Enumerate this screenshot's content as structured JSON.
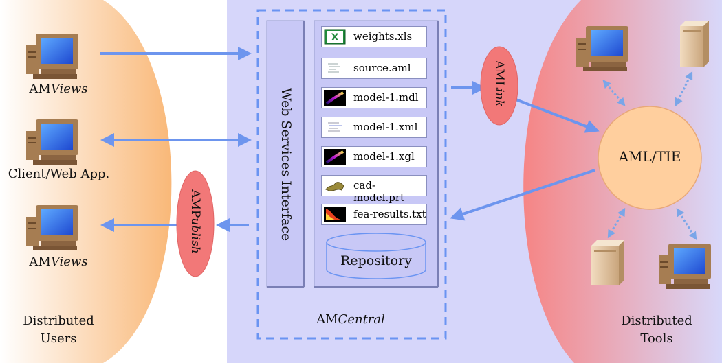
{
  "left_region": {
    "labels": [
      {
        "prefix": "AM",
        "italic": "Views"
      },
      {
        "prefix": "Client/Web App.",
        "italic": ""
      },
      {
        "prefix": "AM",
        "italic": "Views"
      }
    ],
    "footer_line1": "Distributed",
    "footer_line2": "Users"
  },
  "center": {
    "interface_label": "Web Services Interface",
    "files": [
      "weights.xls",
      "source.aml",
      "model-1.mdl",
      "model-1.xml",
      "model-1.xgl",
      "cad-model.prt",
      "fea-results.txt"
    ],
    "file_icons": [
      "excel-icon",
      "text-document-icon",
      "gradient-model-icon",
      "text-document-icon",
      "gradient-model-icon",
      "cad-model-icon",
      "fea-results-icon"
    ],
    "repository_label": "Repository",
    "footer_prefix": "AM",
    "footer_italic": "Central"
  },
  "aml_link": {
    "prefix": "AML",
    "italic": "ink"
  },
  "am_publish": {
    "prefix": "AMP",
    "italic": "ublish"
  },
  "right_region": {
    "hub_label": "AML/TIE",
    "footer_line1": "Distributed",
    "footer_line2": "Tools"
  },
  "colors": {
    "center_bg": "#d6d6fa",
    "panel": "#c8c8f6",
    "dash_border": "#6a94f2",
    "arrow": "#6d95ee",
    "oval": "#f27878",
    "hub": "#ffcf9e",
    "left_gradient": "#f9b878",
    "right_gradient": "#f78a8a"
  }
}
